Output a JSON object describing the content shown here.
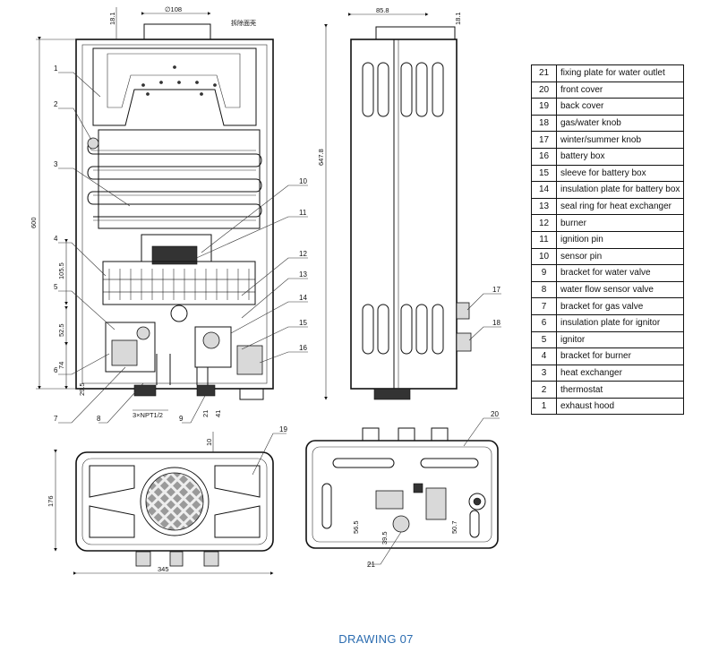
{
  "caption": "DRAWING 07",
  "chinese_note": "拆除面壳",
  "dimensions": {
    "d108": "∅108",
    "d18_1a": "18.1",
    "d600": "600",
    "d105_5": "105.5",
    "d52_5": "52.5",
    "d74": "74",
    "d29_5": "29.5",
    "d3npt": "3×NPT1/2",
    "d21": "21",
    "d41": "41",
    "d85_8": "85.8",
    "d18_1b": "18.1",
    "d647_8": "647.8",
    "d10": "10",
    "d176": "176",
    "d345": "345",
    "d56_5": "56.5",
    "d39_5": "39.5",
    "d50_7": "50.7"
  },
  "callouts": [
    "1",
    "2",
    "3",
    "4",
    "5",
    "6",
    "7",
    "8",
    "9",
    "10",
    "11",
    "12",
    "13",
    "14",
    "15",
    "16",
    "17",
    "18",
    "19",
    "20",
    "21"
  ],
  "parts": [
    {
      "num": "21",
      "name": "fixing plate for water outlet"
    },
    {
      "num": "20",
      "name": "front cover"
    },
    {
      "num": "19",
      "name": "back cover"
    },
    {
      "num": "18",
      "name": "gas/water knob"
    },
    {
      "num": "17",
      "name": "winter/summer knob"
    },
    {
      "num": "16",
      "name": "battery box"
    },
    {
      "num": "15",
      "name": "sleeve for battery box"
    },
    {
      "num": "14",
      "name": "insulation plate for battery box"
    },
    {
      "num": "13",
      "name": "seal ring for heat exchanger"
    },
    {
      "num": "12",
      "name": "burner"
    },
    {
      "num": "11",
      "name": "ignition pin"
    },
    {
      "num": "10",
      "name": "sensor pin"
    },
    {
      "num": "9",
      "name": "bracket for water valve"
    },
    {
      "num": "8",
      "name": "water flow sensor valve"
    },
    {
      "num": "7",
      "name": "bracket for gas valve"
    },
    {
      "num": "6",
      "name": "insulation plate for ignitor"
    },
    {
      "num": "5",
      "name": "ignitor"
    },
    {
      "num": "4",
      "name": "bracket for burner"
    },
    {
      "num": "3",
      "name": "heat exchanger"
    },
    {
      "num": "2",
      "name": "thermostat"
    },
    {
      "num": "1",
      "name": "exhaust hood"
    }
  ]
}
